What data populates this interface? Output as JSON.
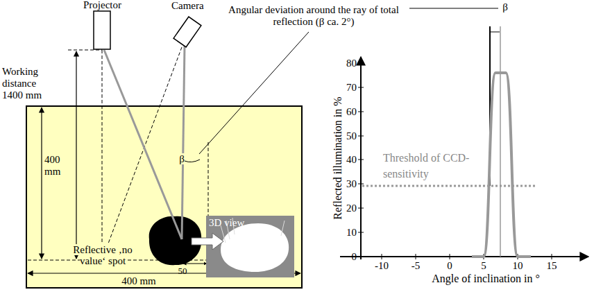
{
  "diagram": {
    "nodes": [
      {
        "text": [
          "Projector"
        ]
      },
      {
        "text": [
          "Camera"
        ]
      },
      {
        "text": [
          "3D view"
        ]
      }
    ],
    "labels": [
      "Working distance 1400 mm",
      "400 mm",
      "400 mm",
      "Reflective ‚no value‘ spot",
      "50",
      "β",
      "Angular deviation around the ray of total reflection (β ca. 2°)",
      "β",
      "80",
      "70",
      "60",
      "50",
      "40",
      "30",
      "20",
      "10",
      "0",
      "-10",
      "-5",
      "0",
      "5",
      "10",
      "15",
      "Reflected illumination in %",
      "Angle of inclination in °",
      "Threshold of CCD-sensitivity"
    ]
  }
}
